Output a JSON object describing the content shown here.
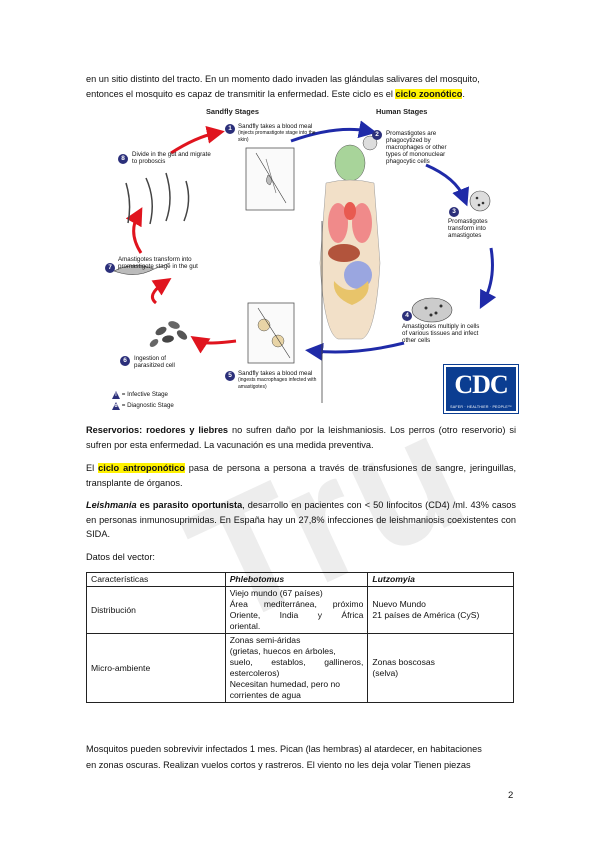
{
  "intro": {
    "line1": "en un sitio distinto del tracto. En un momento dado invaden las glándulas salivares del mosquito,",
    "line2_pre": "entonces el mosquito es capaz de transmitir la enfermedad. Este ciclo es el ",
    "line2_hl": "ciclo zoonótico",
    "line2_post": "."
  },
  "diagram": {
    "sandfly_title": "Sandfly Stages",
    "human_title": "Human Stages",
    "steps": [
      {
        "n": "1",
        "title": "Sandfly takes a blood meal",
        "sub": "(injects promastigote stage into the skin)"
      },
      {
        "n": "2",
        "title": "Promastigotes are phagocytized by macrophages or other types of mononuclear phagocytic cells"
      },
      {
        "n": "3",
        "title": "Promastigotes transform into amastigotes"
      },
      {
        "n": "4",
        "title": "Amastigotes multiply in cells of various tissues and infect other cells"
      },
      {
        "n": "5",
        "title": "Sandfly takes a blood meal",
        "sub": "(ingests macrophages infected with amastigotes)"
      },
      {
        "n": "6",
        "title": "Ingestion of parasitized cell"
      },
      {
        "n": "7",
        "title": "Amastigotes transform into promastigote stage in the gut"
      },
      {
        "n": "8",
        "title": "Divide in the gut and migrate to proboscis"
      }
    ],
    "legend_infective": "= Infective Stage",
    "legend_diagnostic": "= Diagnostic Stage",
    "legend_i": "i",
    "legend_d": "d",
    "cdc_letters": "CDC",
    "cdc_tagline": "SAFER · HEALTHIER · PEOPLE™",
    "colors": {
      "arrow_blue": "#1f2aa8",
      "arrow_red": "#e0141e",
      "badge": "#2b2f7a",
      "cdc": "#0b3d91"
    }
  },
  "para_reservorios": {
    "bold": "Reservorios: roedores y liebres",
    "rest": " no sufren daño por la leishmaniosis. Los perros (otro reservorio) si sufren por esta enfermedad. La vacunación es una medida preventiva."
  },
  "para_antroponotico": {
    "pre": "El ",
    "hl": "ciclo antroponótico",
    "rest": " pasa de persona a persona a través de transfusiones de sangre, jeringuillas, transplante de órganos."
  },
  "para_leishmania": {
    "ital": "Leishmania",
    "bold": " es parasito oportunista",
    "rest": ", desarrollo en pacientes con < 50 linfocitos (CD4) /ml. 43% casos en personas inmunosuprimidas. En España hay un 27,8% infecciones de leishmaniosis coexistentes con SIDA."
  },
  "datos_vector": "Datos del vector:",
  "table": {
    "headers": [
      "Características",
      "Phlebotomus",
      "Lutzomyia"
    ],
    "rows": [
      {
        "label": "Distribución",
        "phlebotomus": [
          "Viejo mundo (67 países)",
          "Área mediterránea, próximo",
          "Oriente, India y África",
          "oriental."
        ],
        "lutzomyia": [
          "Nuevo Mundo",
          "21 países de América (CyS)"
        ]
      },
      {
        "label": "Micro-ambiente",
        "phlebotomus": [
          "Zonas semi-áridas",
          "(grietas, huecos en árboles,",
          "suelo, establos, gallineros,",
          "estercoleros)",
          "Necesitan humedad, pero no",
          "corrientes de agua"
        ],
        "lutzomyia": [
          "Zonas boscosas",
          "(selva)"
        ]
      }
    ]
  },
  "final": {
    "line1": "Mosquitos pueden sobrevivir infectados 1 mes. Pican (las hembras) al atardecer, en habitaciones",
    "line2": "en zonas oscuras. Realizan vuelos cortos y rastreros. El viento no les deja volar Tienen piezas"
  },
  "page_number": "2",
  "watermark": "Tru"
}
